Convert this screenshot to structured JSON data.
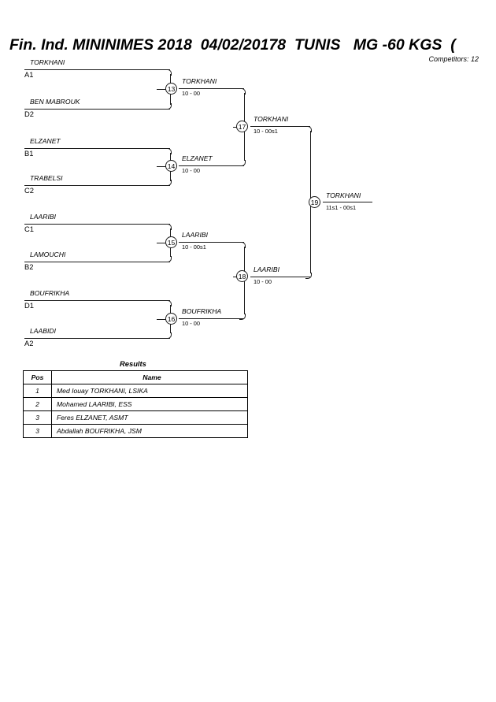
{
  "header": {
    "title": "Fin. Ind. MININIMES 2018  04/02/20178  TUNIS   MG -60 KGS  (",
    "competitors": "Competitors: 12"
  },
  "bracket": {
    "round1": [
      {
        "name": "TORKHANI",
        "seed": "A1"
      },
      {
        "name": "BEN MABROUK",
        "seed": "D2"
      },
      {
        "name": "ELZANET",
        "seed": "B1"
      },
      {
        "name": "TRABELSI",
        "seed": "C2"
      },
      {
        "name": "LAARIBI",
        "seed": "C1"
      },
      {
        "name": "LAMOUCHI",
        "seed": "B2"
      },
      {
        "name": "BOUFRIKHA",
        "seed": "D1"
      },
      {
        "name": "LAABIDI",
        "seed": "A2"
      }
    ],
    "matches": [
      {
        "number": "13",
        "winner": "TORKHANI",
        "score": "10 - 00"
      },
      {
        "number": "14",
        "winner": "ELZANET",
        "score": "10 - 00"
      },
      {
        "number": "15",
        "winner": "LAARIBI",
        "score": "10 - 00s1"
      },
      {
        "number": "16",
        "winner": "BOUFRIKHA",
        "score": "10 - 00"
      },
      {
        "number": "17",
        "winner": "TORKHANI",
        "score": "10 - 00s1"
      },
      {
        "number": "18",
        "winner": "LAARIBI",
        "score": "10 - 00"
      },
      {
        "number": "19",
        "winner": "TORKHANI",
        "score": "11s1 - 00s1"
      }
    ]
  },
  "results": {
    "title": "Results",
    "columns": [
      "Pos",
      "Name"
    ],
    "rows": [
      {
        "pos": "1",
        "name": "Med Iouay TORKHANI, LSIKA"
      },
      {
        "pos": "2",
        "name": "Mohamed LAARIBI, ESS"
      },
      {
        "pos": "3",
        "name": "Feres ELZANET, ASMT"
      },
      {
        "pos": "3",
        "name": "Abdallah BOUFRIKHA, JSM"
      }
    ]
  }
}
